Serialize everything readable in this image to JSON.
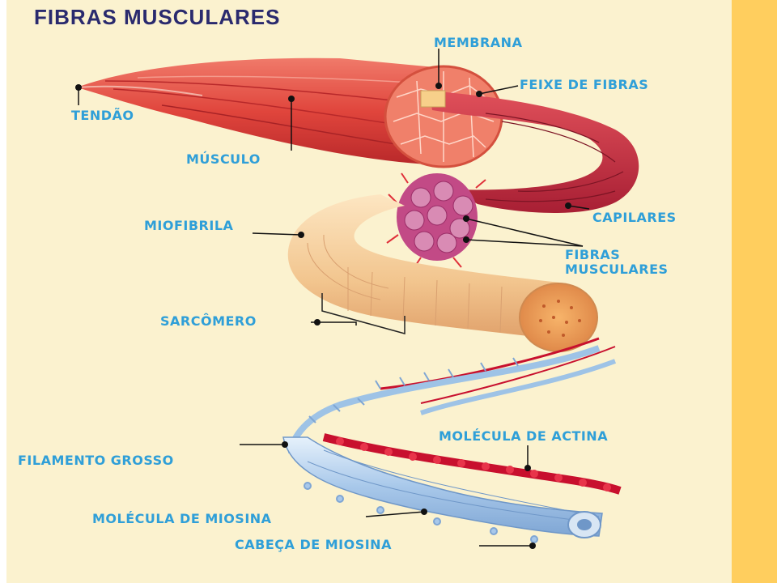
{
  "title": "FIBRAS MUSCULARES",
  "labels": {
    "membrana": "MEMBRANA",
    "feixe": "FEIXE DE FIBRAS",
    "tendao": "TENDÃO",
    "musculo": "MÚSCULO",
    "capilares": "CAPILARES",
    "fibras_line1": "FIBRAS",
    "fibras_line2": "MUSCULARES",
    "miofibrila": "MIOFIBRILA",
    "sarcomero": "SARCÔMERO",
    "actina": "MOLÉCULA DE ACTINA",
    "filamento": "FILAMENTO GROSSO",
    "miosina": "MOLÉCULA DE MIOSINA",
    "cabeca": "CABEÇA DE MIOSINA"
  },
  "colors": {
    "panel": "#fbf2cf",
    "sidebar": "#ffce5e",
    "title": "#2a2a6e",
    "label": "#2f9fd8",
    "muscle": "#e0453c",
    "fiber_bundle": "#c42a3e",
    "myofibril": "#f2c58e",
    "actin": "#c8102e",
    "myosin": "#9ec3e6"
  }
}
